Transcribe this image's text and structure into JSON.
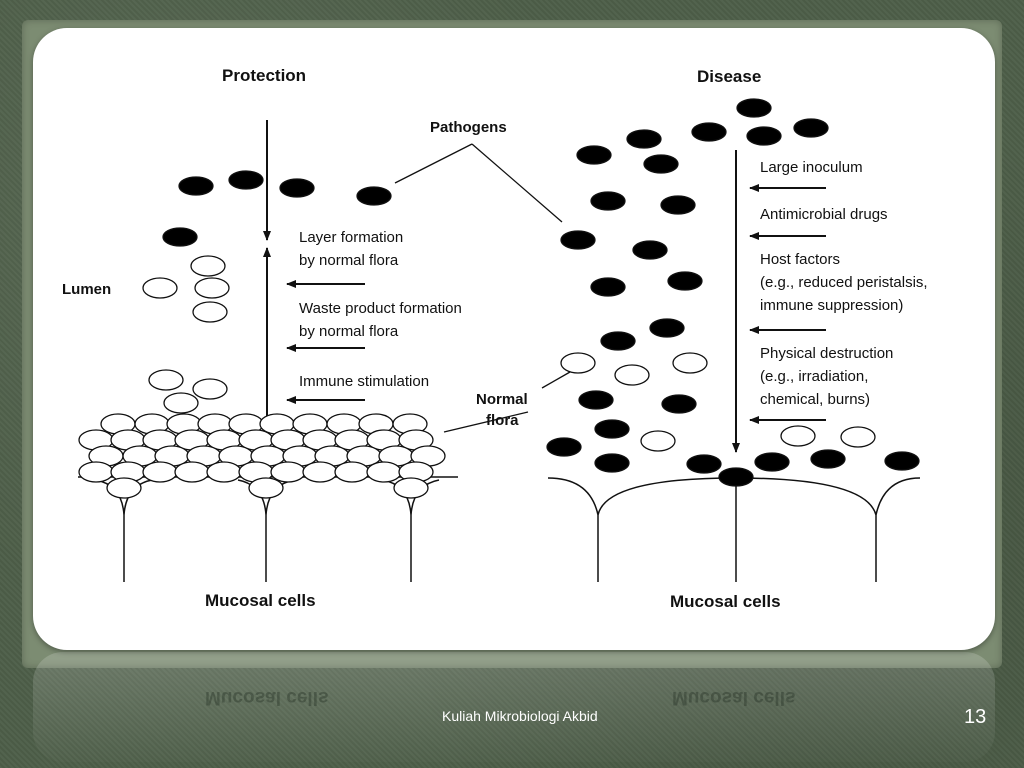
{
  "protection_title": "Protection",
  "disease_title": "Disease",
  "pathogens_label": "Pathogens",
  "lumen_label": "Lumen",
  "normal_flora_label": [
    "Normal",
    "flora"
  ],
  "left_mucosal_label": "Mucosal cells",
  "right_mucosal_label": "Mucosal cells",
  "protection_mechanisms": [
    [
      "Layer formation",
      "by normal flora"
    ],
    [
      "Waste product formation",
      "by normal flora"
    ],
    [
      "Immune stimulation"
    ]
  ],
  "disease_factors": [
    [
      "Large inoculum"
    ],
    [
      "Antimicrobial drugs"
    ],
    [
      "Host factors",
      "(e.g., reduced peristalsis,",
      "immune suppression)"
    ],
    [
      "Physical destruction",
      "(e.g., irradiation,",
      "chemical, burns)"
    ]
  ],
  "footer": {
    "course": "Kuliah Mikrobiologi Akbid",
    "page_number": "13"
  }
}
